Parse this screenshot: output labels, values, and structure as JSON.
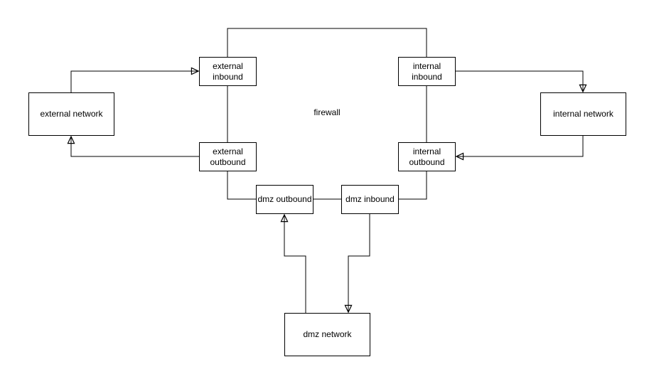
{
  "diagram": {
    "firewall_label": "firewall",
    "nodes": {
      "external_network": "external network",
      "internal_network": "internal network",
      "dmz_network": "dmz network",
      "external_inbound": "external inbound",
      "external_outbound": "external outbound",
      "internal_inbound": "internal inbound",
      "internal_outbound": "internal outbound",
      "dmz_outbound": "dmz outbound",
      "dmz_inbound": "dmz inbound"
    },
    "edges": [
      {
        "from": "external_network",
        "to": "external_inbound",
        "arrow": true
      },
      {
        "from": "external_outbound",
        "to": "external_network",
        "arrow": true
      },
      {
        "from": "internal_inbound",
        "to": "internal_network",
        "arrow": true
      },
      {
        "from": "internal_network",
        "to": "internal_outbound",
        "arrow": true
      },
      {
        "from": "dmz_network",
        "to": "dmz_outbound",
        "arrow": true
      },
      {
        "from": "dmz_inbound",
        "to": "dmz_network",
        "arrow": true
      },
      {
        "from": "external_inbound",
        "to": "internal_inbound",
        "arrow": false
      },
      {
        "from": "external_inbound",
        "to": "external_outbound",
        "arrow": false
      },
      {
        "from": "internal_inbound",
        "to": "internal_outbound",
        "arrow": false
      },
      {
        "from": "external_outbound",
        "to": "dmz_outbound",
        "arrow": false
      },
      {
        "from": "internal_outbound",
        "to": "dmz_inbound",
        "arrow": false
      },
      {
        "from": "dmz_outbound",
        "to": "dmz_inbound",
        "arrow": false
      }
    ],
    "colors": {
      "stroke": "#000000",
      "node_fill": "#ffffff",
      "text": "#000000",
      "background": "#ffffff"
    }
  }
}
